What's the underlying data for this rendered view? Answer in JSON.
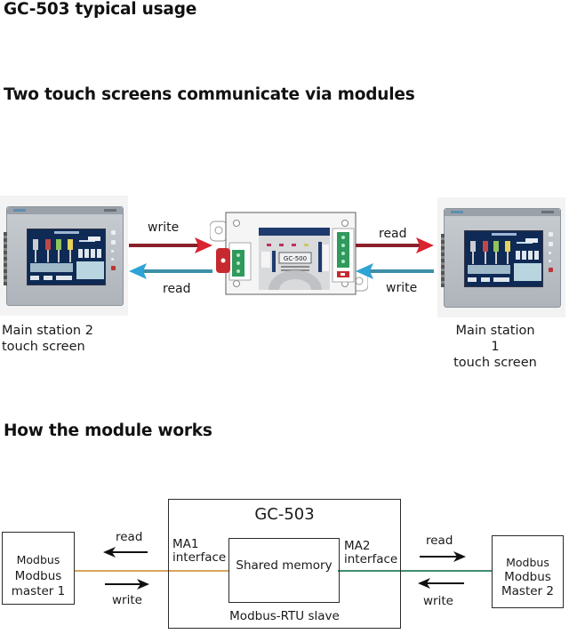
{
  "title": "GC-503 typical usage",
  "section1": {
    "heading": "Two touch screens communicate via modules",
    "left_station": {
      "caption_line1": "Main station 2",
      "caption_line2": "touch screen"
    },
    "right_station": {
      "caption_line1": "Main station 1",
      "caption_line2": "touch screen"
    },
    "left_arrows": {
      "top_label": "write",
      "bottom_label": "read"
    },
    "right_arrows": {
      "top_label": "read",
      "bottom_label": "write"
    },
    "device_label": "GC-500",
    "colors": {
      "write_arrow": "#d9232e",
      "read_arrow": "#2ea3d6",
      "write_line": "#8a1f2a",
      "read_line": "#3d8fa8"
    }
  },
  "section2": {
    "heading": "How the module works",
    "master1": {
      "line1": "Modbus",
      "line2": "Modbus",
      "line3": "master 1"
    },
    "master2": {
      "line1": "Modbus",
      "line2": "Modbus",
      "line3": "Master 2"
    },
    "module": {
      "title": "GC-503",
      "ma1_line1": "MA1",
      "ma1_line2": "interface",
      "ma2_line1": "MA2",
      "ma2_line2": "interface",
      "memory": "Shared memory",
      "footer": "Modbus-RTU slave"
    },
    "left_arrows": {
      "top_label": "read",
      "bottom_label": "write"
    },
    "right_arrows": {
      "top_label": "read",
      "bottom_label": "write"
    },
    "colors": {
      "left_link": "#d9a55a",
      "right_link": "#3f8f6f"
    }
  }
}
